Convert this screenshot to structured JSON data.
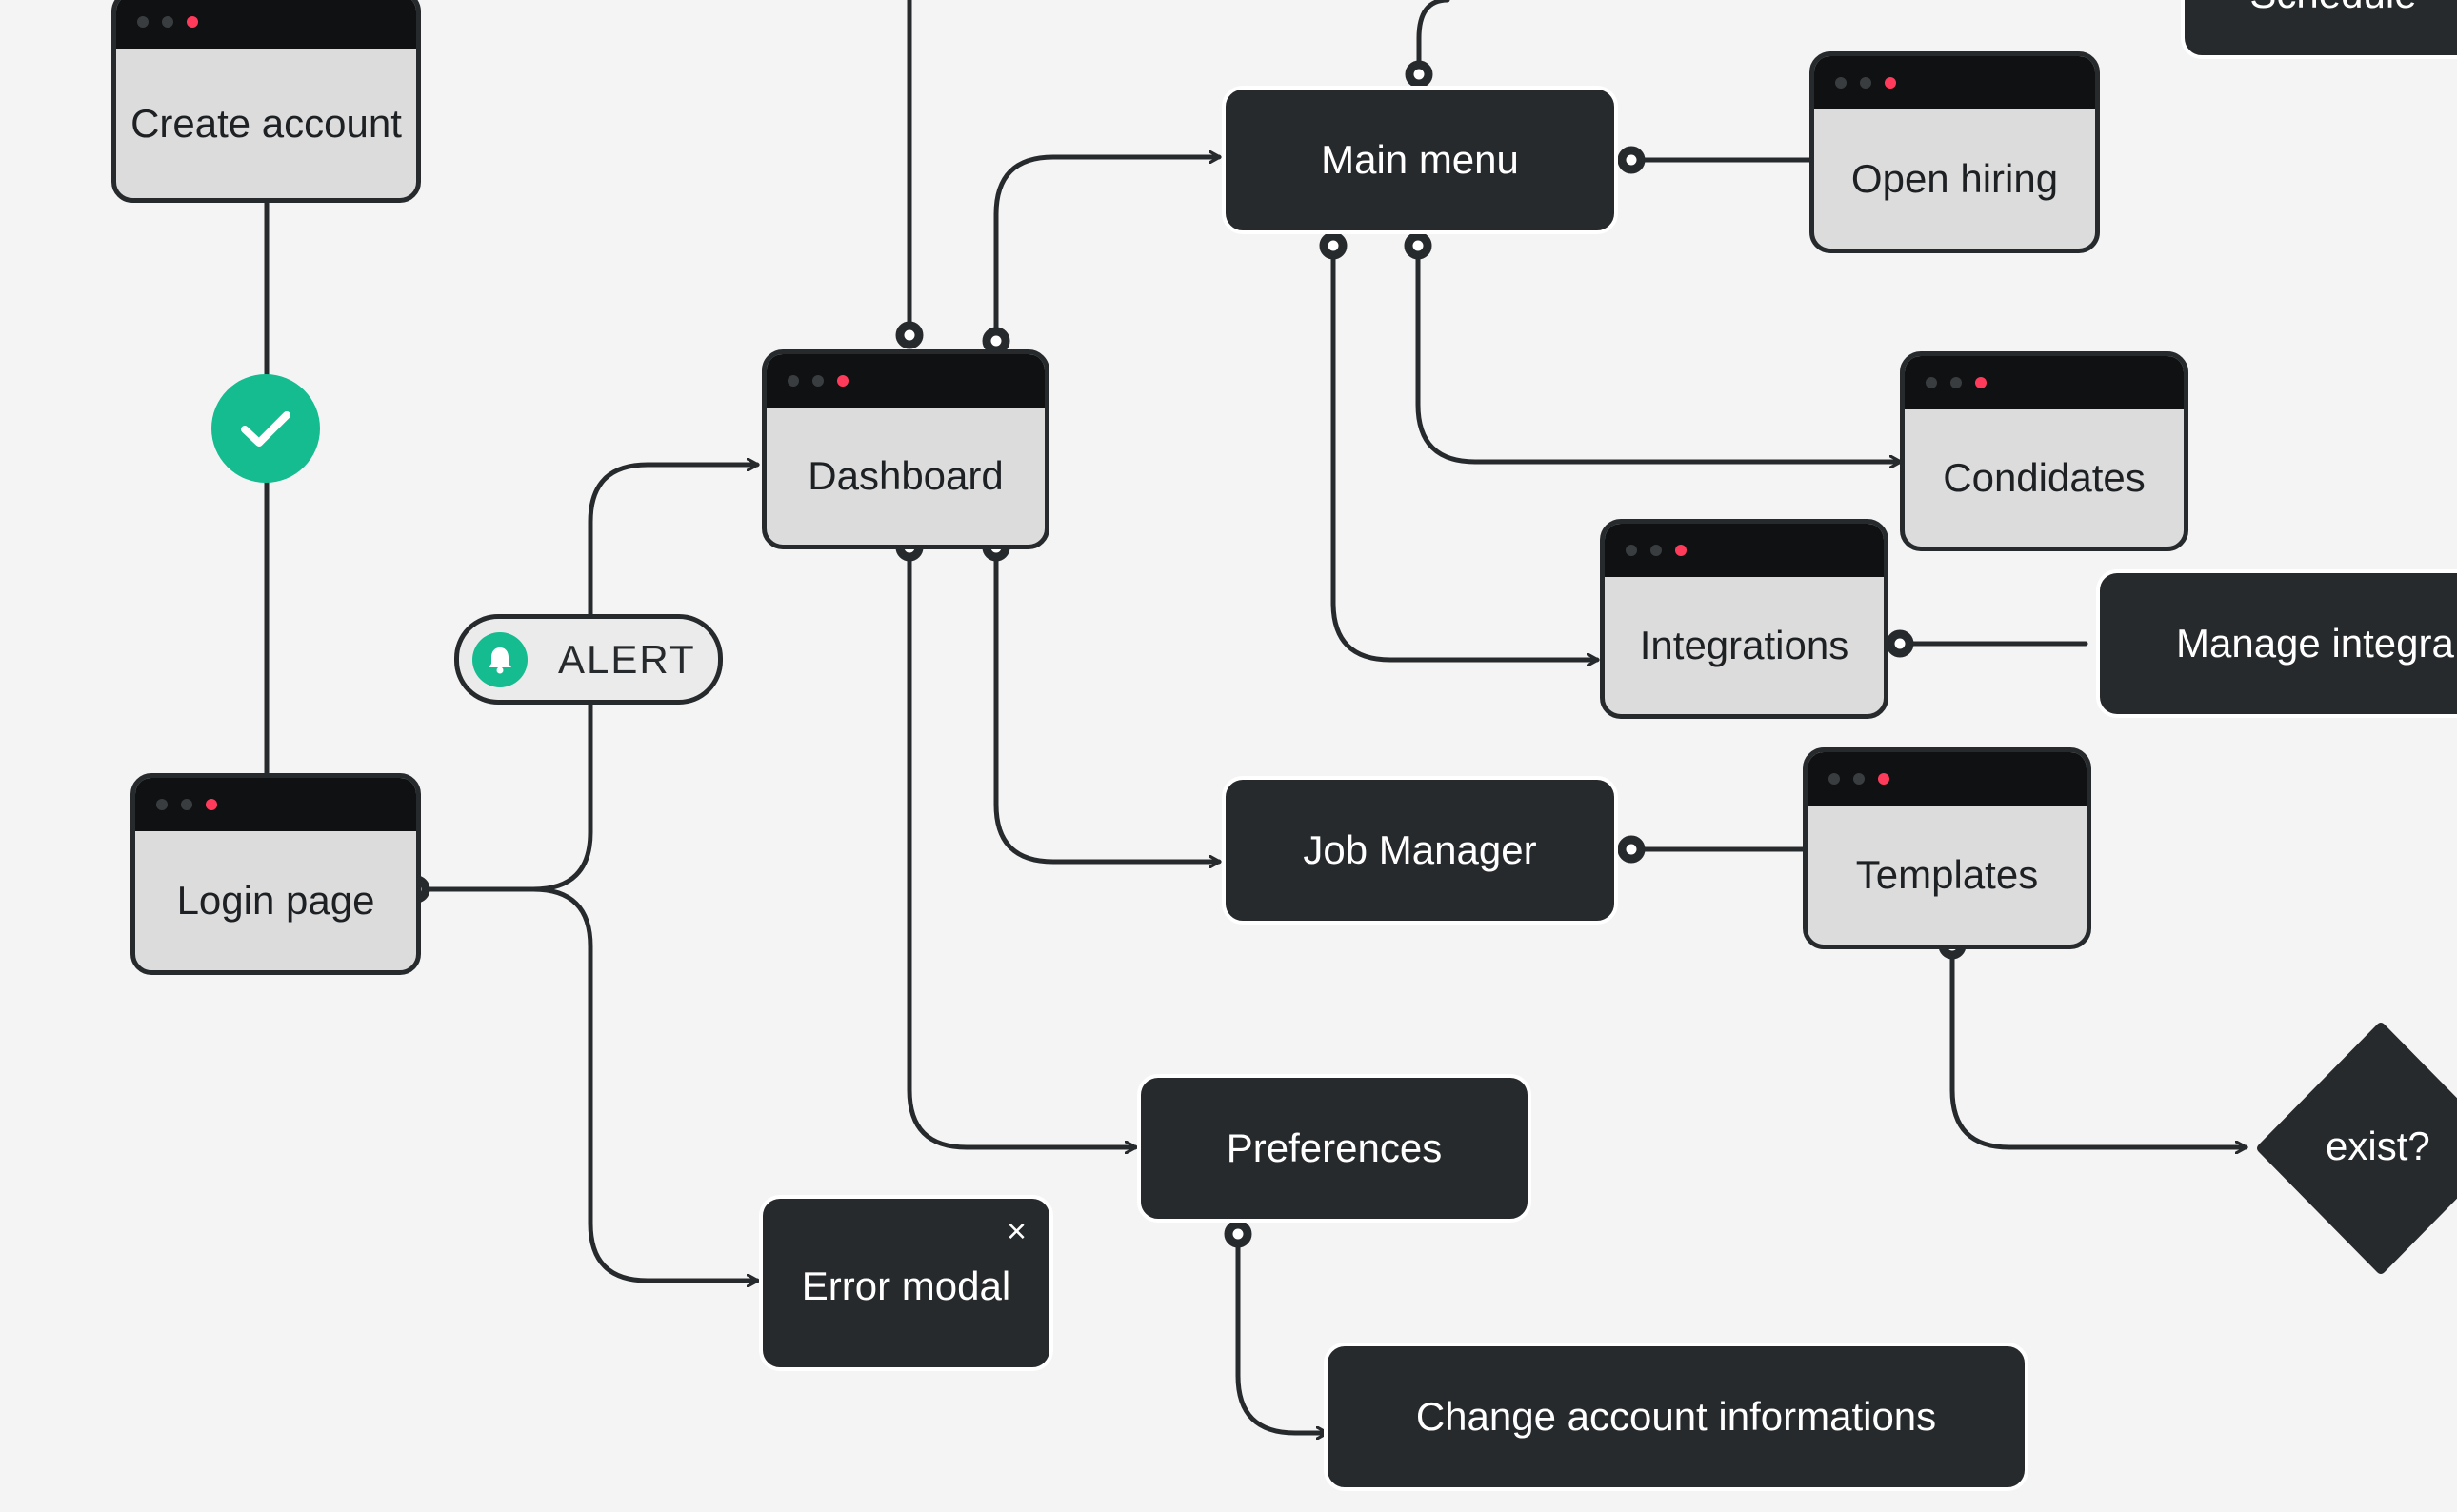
{
  "nodes": {
    "create_account": "Create account",
    "login_page": "Login page",
    "dashboard": "Dashboard",
    "main_menu": "Main menu",
    "open_hiring": "Open hiring",
    "condidates": "Condidates",
    "integrations": "Integrations",
    "manage_integrations": "Manage integra",
    "job_manager": "Job Manager",
    "templates": "Templates",
    "exist": "exist?",
    "preferences": "Preferences",
    "error_modal": "Error modal",
    "change_account": "Change account informations",
    "schedule": "Schedule"
  },
  "alert": {
    "label": "ALERT",
    "icon": "bell-icon"
  },
  "status": {
    "icon": "check-icon",
    "color": "#14bc8f"
  },
  "close_glyph": "×",
  "colors": {
    "background": "#f4f4f4",
    "node_dark": "#272a2c",
    "window_body": "#dcdcdc",
    "window_bar": "#0f1112",
    "accent": "#14bc8f",
    "dot_red": "#ff3b5c"
  }
}
